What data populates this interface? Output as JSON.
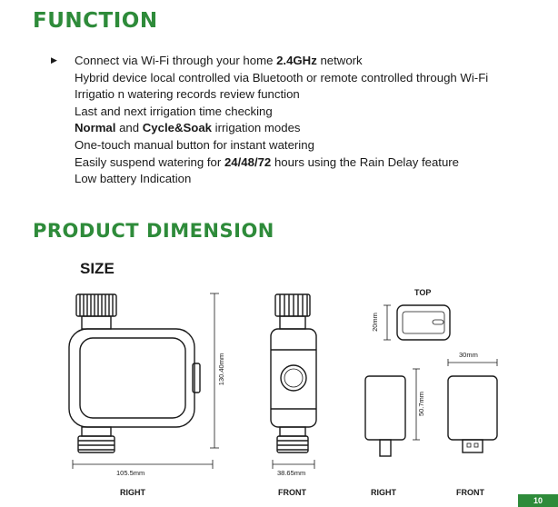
{
  "colors": {
    "heading": "#2e8b3a",
    "page_badge": "#2e8b3a"
  },
  "function_heading": "FUNCTION",
  "bullet": "▶",
  "features": [
    {
      "parts": [
        {
          "t": "Connect via Wi-Fi through your home "
        },
        {
          "t": "2.4GHz",
          "b": true
        },
        {
          "t": " network"
        }
      ]
    },
    {
      "parts": [
        {
          "t": "Hybrid device local controlled via Bluetooth or remote controlled through Wi-Fi"
        }
      ]
    },
    {
      "parts": [
        {
          "t": "Irrigatio n watering records review function"
        }
      ]
    },
    {
      "parts": [
        {
          "t": "Last and next irrigation time checking"
        }
      ]
    },
    {
      "parts": [
        {
          "t": "Normal",
          "b": true
        },
        {
          "t": " and "
        },
        {
          "t": "Cycle&Soak",
          "b": true
        },
        {
          "t": " irrigation modes"
        }
      ]
    },
    {
      "parts": [
        {
          "t": "One-touch manual button for instant watering"
        }
      ]
    },
    {
      "parts": [
        {
          "t": "Easily suspend watering for "
        },
        {
          "t": "24/48/72",
          "b": true
        },
        {
          "t": " hours using the Rain Delay feature"
        }
      ]
    },
    {
      "parts": [
        {
          "t": "Low battery Indication"
        }
      ]
    }
  ],
  "dimension_heading": "PRODUCT DIMENSION",
  "size_label": "SIZE",
  "top_label": "TOP",
  "dimensions": {
    "timer_height": "130.40mm",
    "timer_width": "105.5mm",
    "timer_depth": "38.65mm",
    "gateway_top_depth": "20mm",
    "gateway_height": "50.7mm",
    "gateway_width": "30mm"
  },
  "view_labels": [
    "RIGHT",
    "FRONT",
    "RIGHT",
    "FRONT"
  ],
  "page_number": "10"
}
